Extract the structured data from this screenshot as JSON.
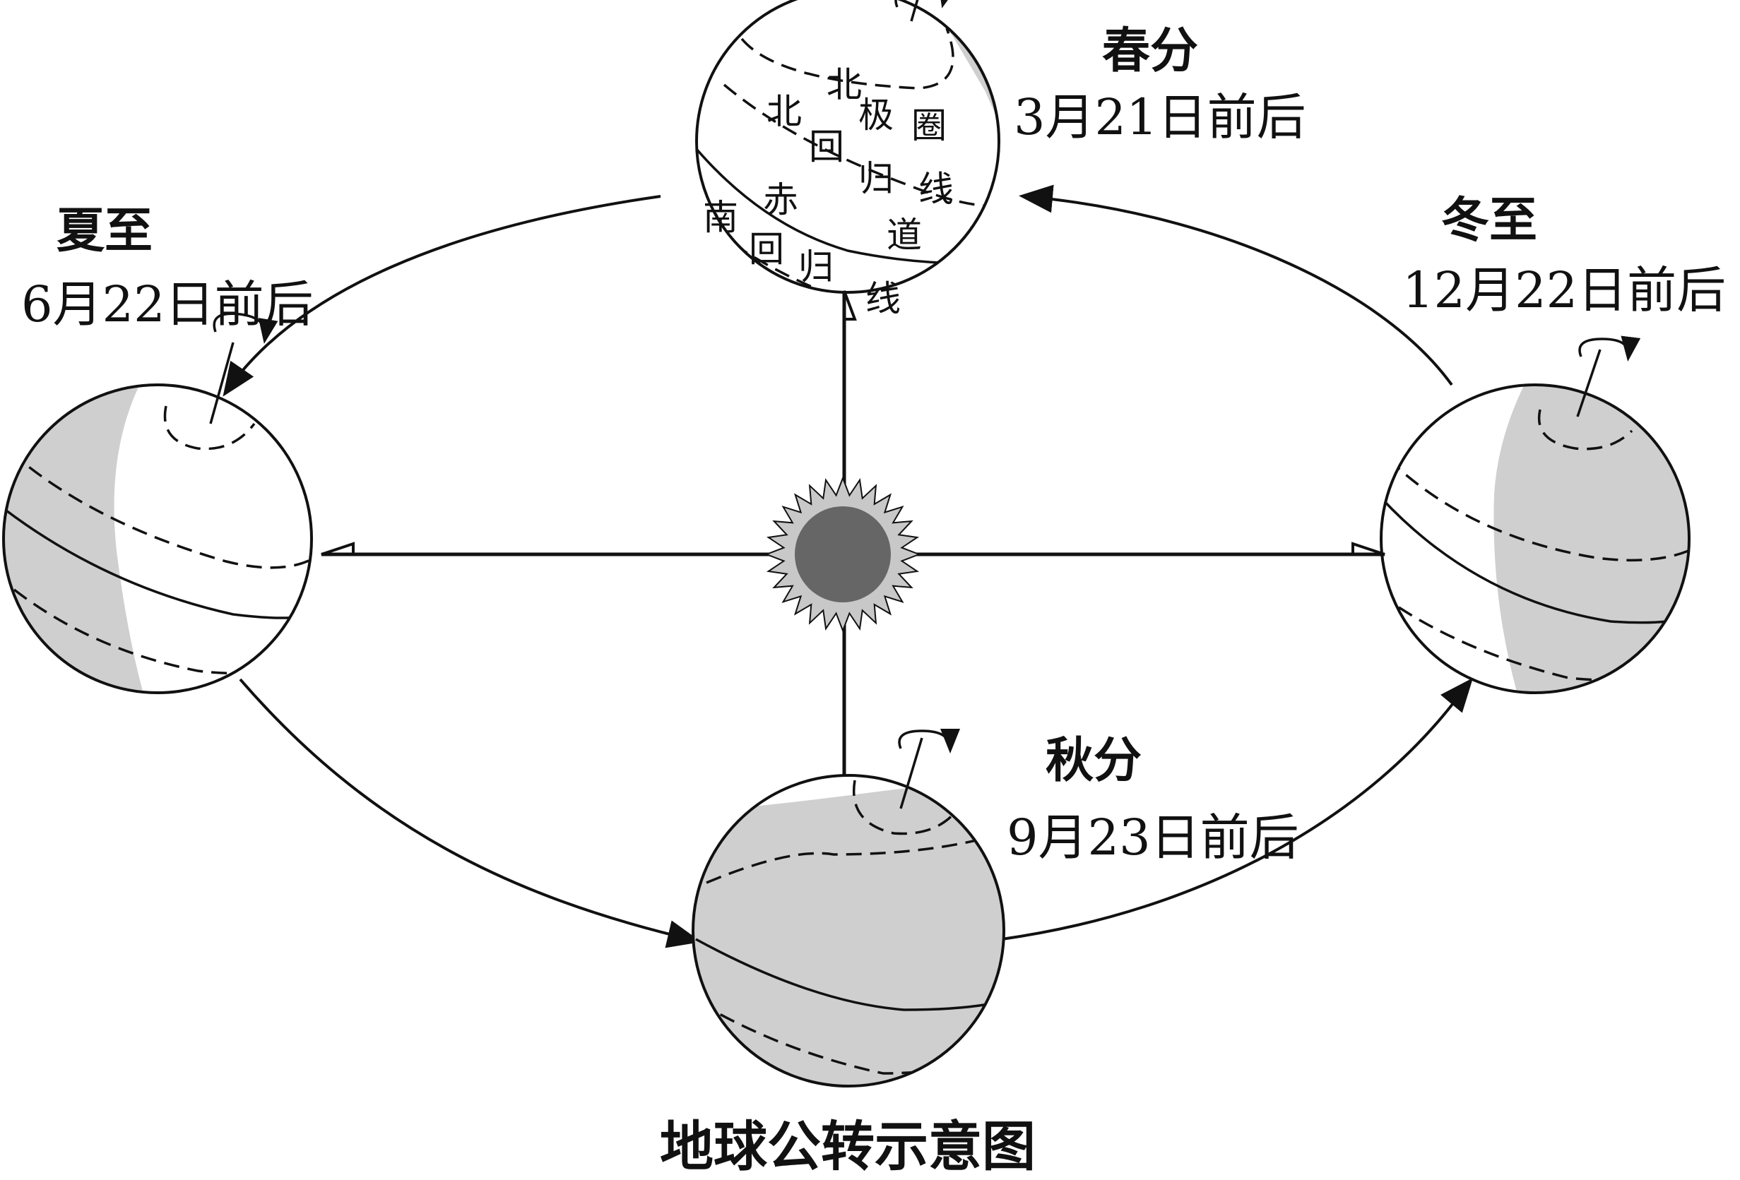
{
  "title": "地球公转示意图",
  "seasons": {
    "spring": {
      "name": "春分",
      "date": "3月21日前后"
    },
    "summer": {
      "name": "夏至",
      "date": "6月22日前后"
    },
    "autumn": {
      "name": "秋分",
      "date": "9月23日前后"
    },
    "winter": {
      "name": "冬至",
      "date": "12月22日前后"
    }
  },
  "latitude_labels": {
    "arctic_circle": [
      "北",
      "极",
      "圈",
      "线"
    ],
    "tropic_cancer": [
      "北",
      "回",
      "归",
      "线"
    ],
    "equator": [
      "赤",
      "道"
    ],
    "tropic_capricorn": [
      "南",
      "回",
      "归",
      "线"
    ]
  },
  "colors": {
    "shade": "#cfcfcf",
    "sun_core": "#666666",
    "sun_rays": "#c8c8c8",
    "line": "#111111"
  }
}
